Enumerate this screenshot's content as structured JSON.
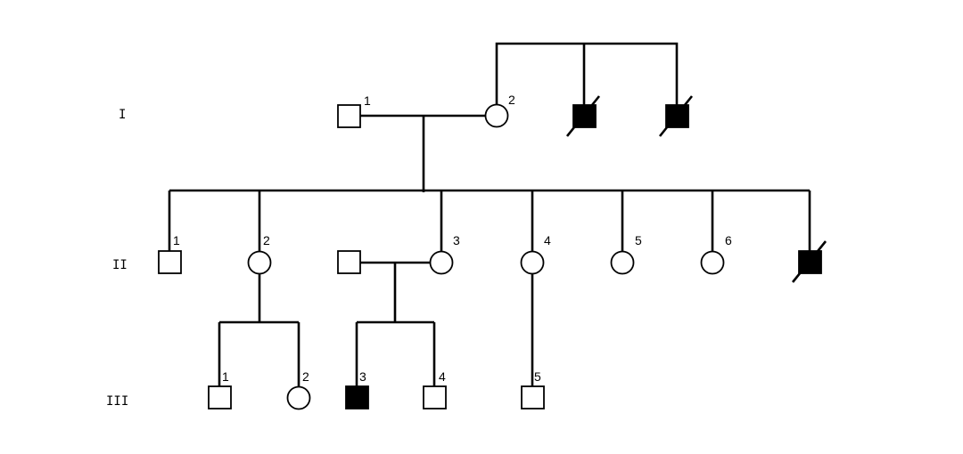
{
  "generations": [
    {
      "id": "I",
      "label": "I"
    },
    {
      "id": "II",
      "label": "II"
    },
    {
      "id": "III",
      "label": "III"
    }
  ],
  "individuals": [
    {
      "id": "I-1",
      "generation": "I",
      "number": "1",
      "sex": "male",
      "affected": false,
      "deceased": false
    },
    {
      "id": "I-2",
      "generation": "I",
      "number": "2",
      "sex": "female",
      "affected": false,
      "deceased": false
    },
    {
      "id": "I-uncle-a",
      "generation": "I",
      "number": "",
      "sex": "male",
      "affected": true,
      "deceased": true
    },
    {
      "id": "I-uncle-b",
      "generation": "I",
      "number": "",
      "sex": "male",
      "affected": true,
      "deceased": true
    },
    {
      "id": "II-1",
      "generation": "II",
      "number": "1",
      "sex": "male",
      "affected": false,
      "deceased": false
    },
    {
      "id": "II-2",
      "generation": "II",
      "number": "2",
      "sex": "female",
      "affected": false,
      "deceased": false
    },
    {
      "id": "II-spouse",
      "generation": "II",
      "number": "",
      "sex": "male",
      "affected": false,
      "deceased": false
    },
    {
      "id": "II-3",
      "generation": "II",
      "number": "3",
      "sex": "female",
      "affected": false,
      "deceased": false
    },
    {
      "id": "II-4",
      "generation": "II",
      "number": "4",
      "sex": "female",
      "affected": false,
      "deceased": false
    },
    {
      "id": "II-5",
      "generation": "II",
      "number": "5",
      "sex": "female",
      "affected": false,
      "deceased": false
    },
    {
      "id": "II-6",
      "generation": "II",
      "number": "6",
      "sex": "female",
      "affected": false,
      "deceased": false
    },
    {
      "id": "II-7",
      "generation": "II",
      "number": "",
      "sex": "male",
      "affected": true,
      "deceased": true
    },
    {
      "id": "III-1",
      "generation": "III",
      "number": "1",
      "sex": "male",
      "affected": false,
      "deceased": false
    },
    {
      "id": "III-2",
      "generation": "III",
      "number": "2",
      "sex": "female",
      "affected": false,
      "deceased": false
    },
    {
      "id": "III-3",
      "generation": "III",
      "number": "3",
      "sex": "male",
      "affected": true,
      "deceased": false
    },
    {
      "id": "III-4",
      "generation": "III",
      "number": "4",
      "sex": "male",
      "affected": false,
      "deceased": false
    },
    {
      "id": "III-5",
      "generation": "III",
      "number": "5",
      "sex": "male",
      "affected": false,
      "deceased": false
    }
  ],
  "unions": [
    {
      "id": "union-I",
      "partners": [
        "I-1",
        "I-2"
      ],
      "children": [
        "II-1",
        "II-2",
        "II-3",
        "II-4",
        "II-5",
        "II-6",
        "II-7"
      ]
    },
    {
      "id": "union-II-3",
      "partners": [
        "II-spouse",
        "II-3"
      ],
      "children": [
        "III-3",
        "III-4"
      ]
    }
  ],
  "sibships": [
    {
      "id": "sibs-I-2",
      "members": [
        "I-2",
        "I-uncle-a",
        "I-uncle-b"
      ]
    },
    {
      "id": "children-II-2",
      "parent": "II-2",
      "children": [
        "III-1",
        "III-2"
      ]
    },
    {
      "id": "children-II-4",
      "parent": "II-4",
      "children": [
        "III-5"
      ]
    }
  ],
  "colors": {
    "line": "#000000",
    "affected_fill": "#000000",
    "unaffected_fill": "#ffffff"
  }
}
